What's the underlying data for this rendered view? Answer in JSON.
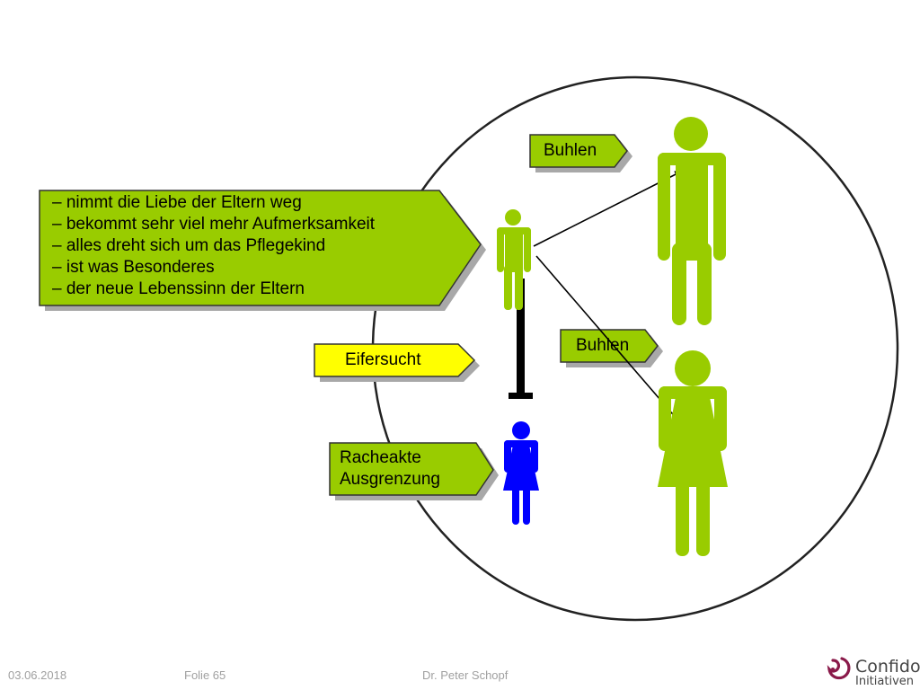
{
  "slide": {
    "info_box": {
      "lines": [
        "– nimmt die Liebe der Eltern weg",
        "– bekommt sehr viel mehr Aufmerksamkeit",
        "– alles dreht sich um das Pflegekind",
        "– ist was Besonderes",
        "– der neue Lebenssinn der Eltern"
      ]
    },
    "labels": {
      "buhlen_top": "Buhlen",
      "buhlen_middle": "Buhlen",
      "eifersucht": "Eifersucht",
      "racheakte_line1": "Racheakte",
      "racheakte_line2": "Ausgrenzung"
    },
    "colors": {
      "green": "#99cc00",
      "yellow": "#ffff00",
      "blue": "#0000ff",
      "circle": "#222222"
    }
  },
  "footer": {
    "date": "03.06.2018",
    "slide_number": "Folie 65",
    "author": "Dr. Peter Schopf"
  },
  "logo": {
    "line1": "Confido",
    "line2": "Initiativen"
  }
}
